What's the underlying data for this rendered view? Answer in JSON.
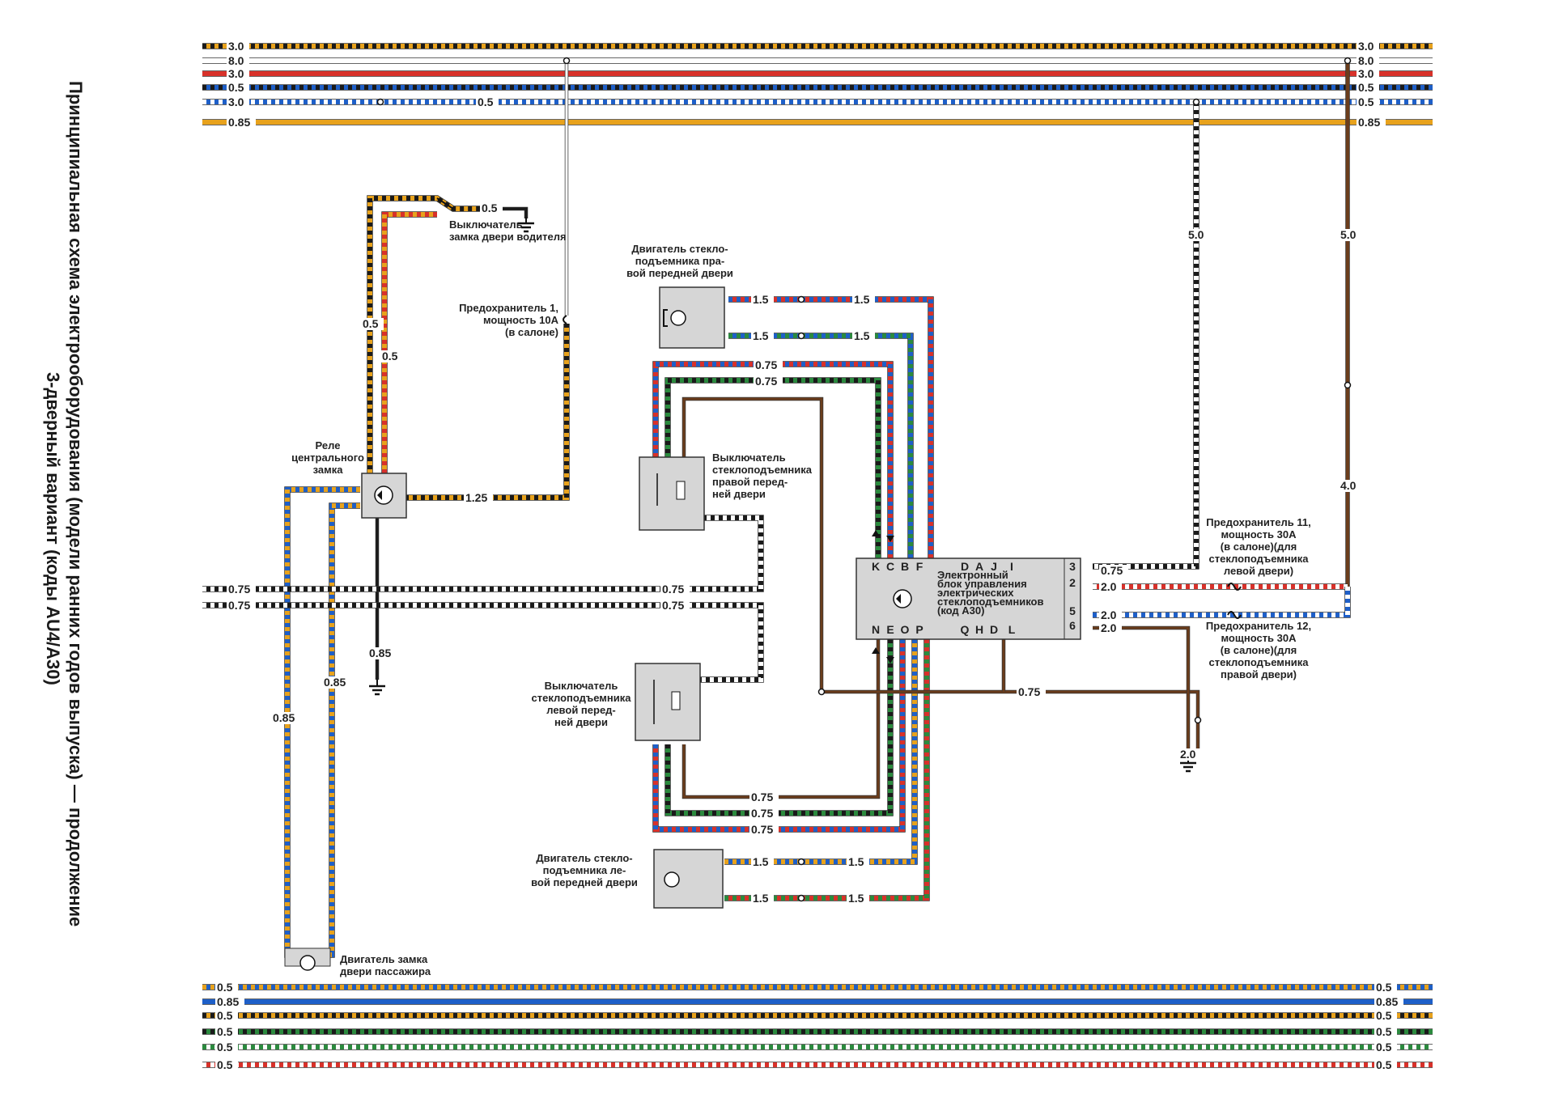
{
  "title": {
    "line1": "Принципиальная схема электрооборудования (модели ранних годов выпуска) — продолжение",
    "line2": "3-дверный вариант (коды AU4/A30)"
  },
  "bus_top": [
    {
      "left": "3.0",
      "right": "3.0",
      "colors": [
        "#e8a21c",
        "#1a1a1a"
      ]
    },
    {
      "left": "8.0",
      "right": "8.0",
      "colors": [
        "#ffffff",
        "#ffffff"
      ]
    },
    {
      "left": "3.0",
      "right": "3.0",
      "colors": [
        "#d8312a",
        "#d8312a"
      ]
    },
    {
      "left": "0.5",
      "right": "0.5",
      "colors": [
        "#1e5fc8",
        "#1a1a1a"
      ]
    },
    {
      "left": "3.0",
      "right": "0.5",
      "mid": "0.5",
      "colors": [
        "#1e5fc8",
        "#ffffff"
      ]
    },
    {
      "left": "0.85",
      "right": "0.85",
      "colors": [
        "#e8a21c",
        "#e8a21c"
      ]
    }
  ],
  "bus_bottom": [
    {
      "left": "0.5",
      "right": "0.5",
      "colors": [
        "#1e5fc8",
        "#e8a21c"
      ]
    },
    {
      "left": "0.85",
      "right": "0.85",
      "colors": [
        "#1e5fc8",
        "#1e5fc8"
      ]
    },
    {
      "left": "0.5",
      "right": "0.5",
      "colors": [
        "#e8a21c",
        "#1a1a1a"
      ]
    },
    {
      "left": "0.5",
      "right": "0.5",
      "colors": [
        "#2b8a3e",
        "#1a1a1a"
      ]
    },
    {
      "left": "0.5",
      "right": "0.5",
      "colors": [
        "#ffffff",
        "#2b8a3e"
      ]
    },
    {
      "left": "0.5",
      "right": "0.5",
      "colors": [
        "#d8312a",
        "#ffffff"
      ]
    }
  ],
  "components": {
    "driver_switch": "Выключатель\nзамка двери водителя",
    "fuse1": "Предохранитель 1,\nмощность 10А\n(в салоне)",
    "relay": "Реле\nцентрального\nзамка",
    "motor_right": "Двигатель стекло-\nподъемника пра-\nвой передней двери",
    "switch_right": "Выключатель\nстеклоподъемника\nправой перед-\nней двери",
    "switch_left": "Выключатель\nстеклоподъемника\nлевой перед-\nней двери",
    "motor_left": "Двигатель стекло-\nподъемника ле-\nвой передней двери",
    "door_motor": "Двигатель замка\nдвери пассажира",
    "ecu": "Электронный\nблок управления\nэлектрических\nстеклоподъемников\n(код A30)",
    "fuse11": "Предохранитель 11,\nмощность 30А\n(в салоне)(для\nстеклоподъемника\nлевой двери)",
    "fuse12": "Предохранитель 12,\nмощность 30А\n(в салоне)(для\nстеклоподъемника\nправой двери)"
  },
  "ecu_pins_top": [
    "K",
    "C",
    "B",
    "F",
    "D",
    "A",
    "J",
    "I"
  ],
  "ecu_pins_bottom": [
    "N",
    "E",
    "O",
    "P",
    "Q",
    "H",
    "D",
    "L"
  ],
  "ecu_pins_right": [
    "3",
    "2",
    "5",
    "6"
  ],
  "gauges": {
    "driver_switch_wire": "0.5",
    "relay_wire_a": "0.5",
    "relay_wire_b": "0.5",
    "relay_out": "1.25",
    "relay_ground": "0.85",
    "door_wire_a": "0.85",
    "door_wire_b": "0.85",
    "cross_a_left": "0.75",
    "cross_a_mid": "0.75",
    "cross_b_left": "0.75",
    "cross_b_mid": "0.75",
    "motor_r_1a": "1.5",
    "motor_r_1b": "1.5",
    "motor_r_2a": "1.5",
    "motor_r_2b": "1.5",
    "sw_r_1": "0.75",
    "sw_r_2": "0.75",
    "sw_l_1": "0.75",
    "sw_l_2": "0.75",
    "sw_l_3": "0.75",
    "motor_l_1a": "1.5",
    "motor_l_1b": "1.5",
    "motor_l_2a": "1.5",
    "motor_l_2b": "1.5",
    "ecu_pin3": "0.75",
    "ecu_pin2": "2.0",
    "ecu_pin5": "2.0",
    "ecu_pin6": "2.0",
    "ecu_ground": "0.75",
    "ground_right": "2.0",
    "feed_right_a": "5.0",
    "feed_right_b": "5.0",
    "feed_right_c": "4.0"
  }
}
